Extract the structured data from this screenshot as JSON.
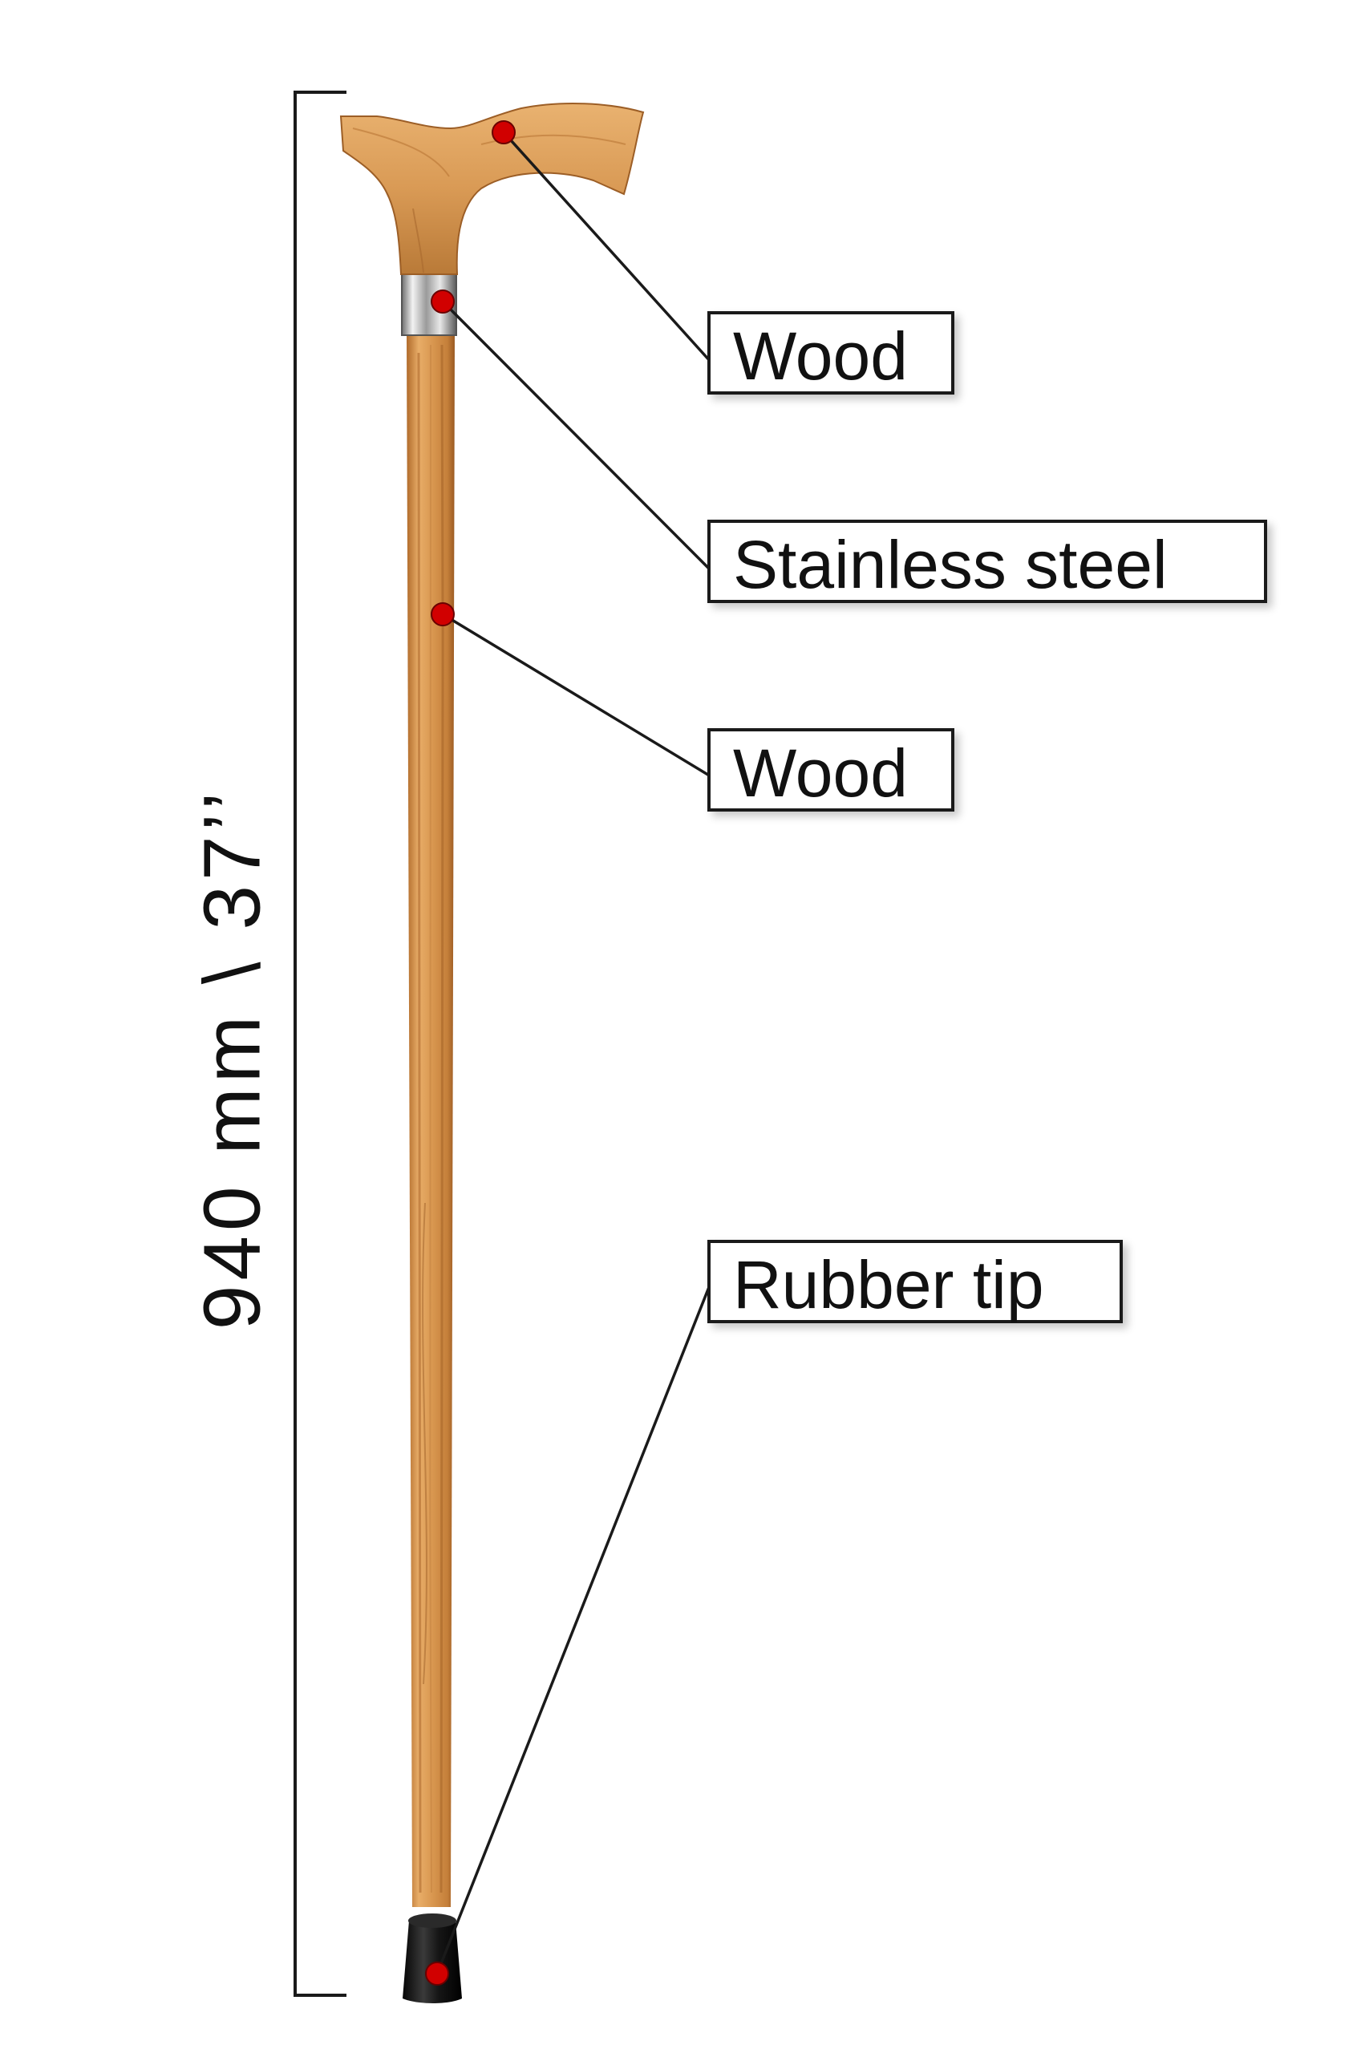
{
  "dimension": {
    "text": "940 mm \\ 37’’"
  },
  "callouts": [
    {
      "id": "wood-handle",
      "label": "Wood"
    },
    {
      "id": "stainless-steel",
      "label": "Stainless steel"
    },
    {
      "id": "wood-shaft",
      "label": "Wood"
    },
    {
      "id": "rubber-tip",
      "label": "Rubber tip"
    }
  ],
  "colors": {
    "wood_light": "#e4a865",
    "wood_dark": "#b87532",
    "steel": "#c9c9c9",
    "rubber": "#151515",
    "marker": "#d10000",
    "line": "#1a1a1a"
  }
}
